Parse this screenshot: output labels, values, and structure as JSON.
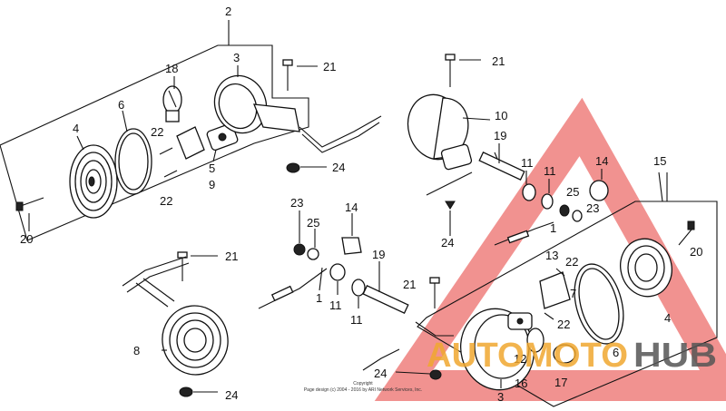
{
  "labels": [
    {
      "id": "l2",
      "text": "2"
    },
    {
      "id": "l18",
      "text": "18"
    },
    {
      "id": "l3a",
      "text": "3"
    },
    {
      "id": "l21a",
      "text": "21"
    },
    {
      "id": "l4a",
      "text": "4"
    },
    {
      "id": "l6a",
      "text": "6"
    },
    {
      "id": "l22a",
      "text": "22"
    },
    {
      "id": "l5",
      "text": "5"
    },
    {
      "id": "l9",
      "text": "9"
    },
    {
      "id": "l22b",
      "text": "22"
    },
    {
      "id": "l24a",
      "text": "24"
    },
    {
      "id": "l20a",
      "text": "20"
    },
    {
      "id": "l21b",
      "text": "21"
    },
    {
      "id": "l10",
      "text": "10"
    },
    {
      "id": "l19a",
      "text": "19"
    },
    {
      "id": "l11a",
      "text": "11"
    },
    {
      "id": "l11b",
      "text": "11"
    },
    {
      "id": "l14a",
      "text": "14"
    },
    {
      "id": "l15",
      "text": "15"
    },
    {
      "id": "l25a",
      "text": "25"
    },
    {
      "id": "l23a",
      "text": "23"
    },
    {
      "id": "l24b",
      "text": "24"
    },
    {
      "id": "l20b",
      "text": "20"
    },
    {
      "id": "l1a",
      "text": "1"
    },
    {
      "id": "l13",
      "text": "13"
    },
    {
      "id": "l23b",
      "text": "23"
    },
    {
      "id": "l25b",
      "text": "25"
    },
    {
      "id": "l14b",
      "text": "14"
    },
    {
      "id": "l21c",
      "text": "21"
    },
    {
      "id": "l19b",
      "text": "19"
    },
    {
      "id": "l1b",
      "text": "1"
    },
    {
      "id": "l11c",
      "text": "11"
    },
    {
      "id": "l11d",
      "text": "11"
    },
    {
      "id": "l21d",
      "text": "21"
    },
    {
      "id": "l22c",
      "text": "22"
    },
    {
      "id": "l7",
      "text": "7"
    },
    {
      "id": "l22d",
      "text": "22"
    },
    {
      "id": "l4b",
      "text": "4"
    },
    {
      "id": "l8",
      "text": "8"
    },
    {
      "id": "l6b",
      "text": "6"
    },
    {
      "id": "l12",
      "text": "12"
    },
    {
      "id": "l16",
      "text": "16"
    },
    {
      "id": "l17",
      "text": "17"
    },
    {
      "id": "l3b",
      "text": "3"
    },
    {
      "id": "l24c",
      "text": "24"
    },
    {
      "id": "l24d",
      "text": "24"
    }
  ],
  "copyright": {
    "line1": "Copyright",
    "line2": "Page design (c) 2004 - 2016 by ARI Network Services, Inc."
  },
  "watermark": {
    "text_a": "AUTOMOTO",
    "text_b": "HUB",
    "color_a": "#f0a830",
    "color_b": "#555555",
    "triangle_color": "#e53935"
  }
}
